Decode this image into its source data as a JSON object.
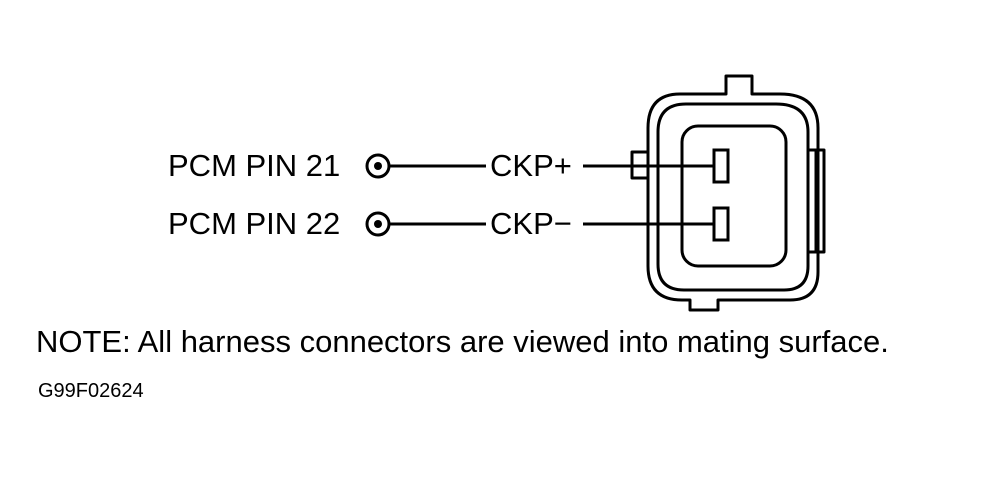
{
  "pins": [
    {
      "pcm_label": "PCM PIN 21",
      "signal": "CKP+"
    },
    {
      "pcm_label": "PCM PIN 22",
      "signal": "CKP−"
    }
  ],
  "note": "NOTE:  All harness connectors are viewed into mating surface.",
  "figure_code": "G99F02624",
  "colors": {
    "line": "#000000",
    "background": "#ffffff"
  }
}
